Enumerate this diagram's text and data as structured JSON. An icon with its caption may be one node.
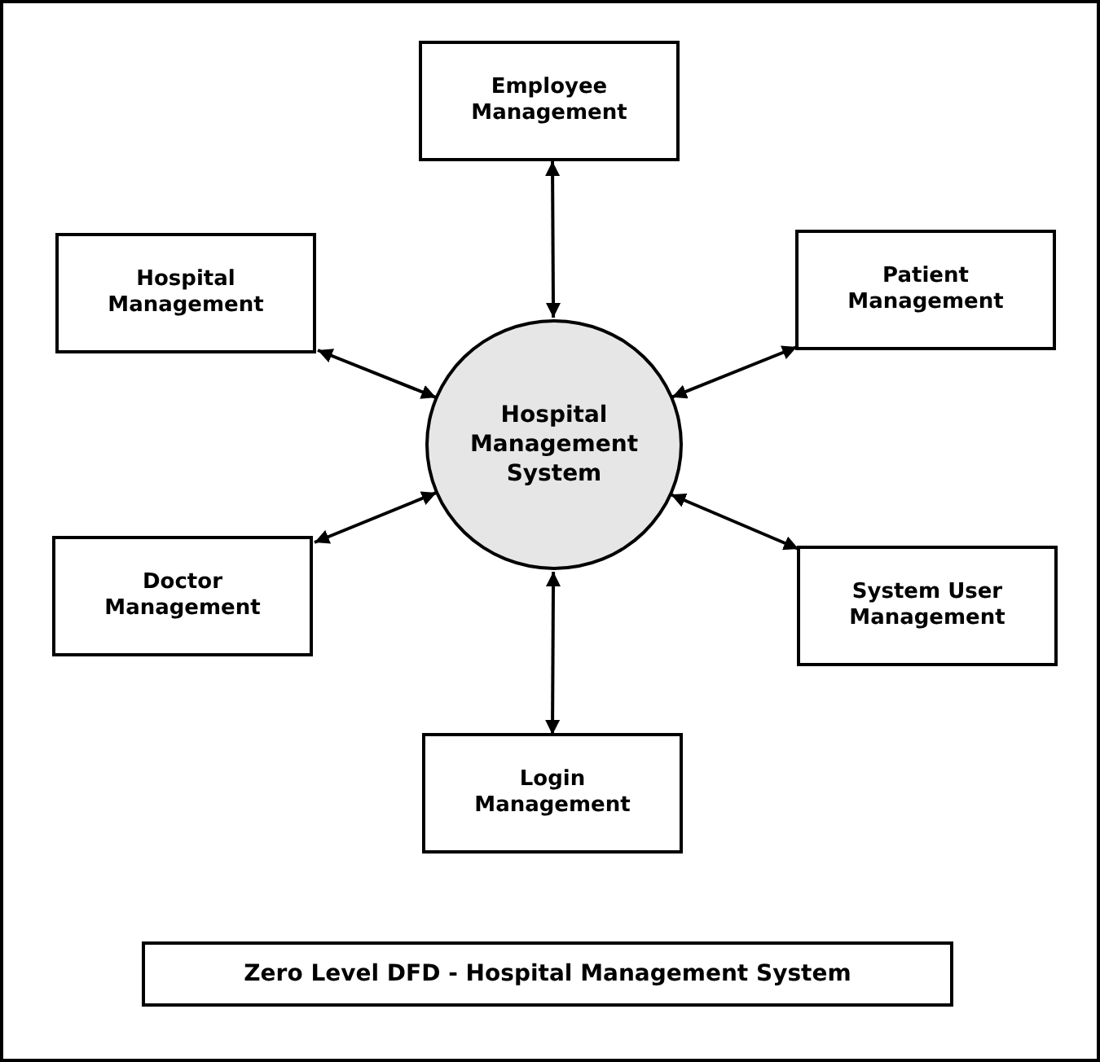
{
  "diagram": {
    "title": "Zero Level DFD - Hospital Management System",
    "nodes": [
      {
        "text": [
          "Hospital Management System"
        ]
      },
      {
        "text": [
          "Employee Management"
        ]
      },
      {
        "text": [
          "Hospital Management"
        ]
      },
      {
        "text": [
          "Patient Management"
        ]
      },
      {
        "text": [
          "Doctor Management"
        ]
      },
      {
        "text": [
          "System User Management"
        ]
      },
      {
        "text": [
          "Login Management"
        ]
      }
    ],
    "edges": [
      {
        "from": 0,
        "to": 1,
        "arrow": "both"
      },
      {
        "from": 0,
        "to": 2,
        "arrow": "both"
      },
      {
        "from": 0,
        "to": 3,
        "arrow": "both"
      },
      {
        "from": 0,
        "to": 4,
        "arrow": "both"
      },
      {
        "from": 0,
        "to": 5,
        "arrow": "both"
      },
      {
        "from": 0,
        "to": 6,
        "arrow": "both"
      }
    ]
  }
}
